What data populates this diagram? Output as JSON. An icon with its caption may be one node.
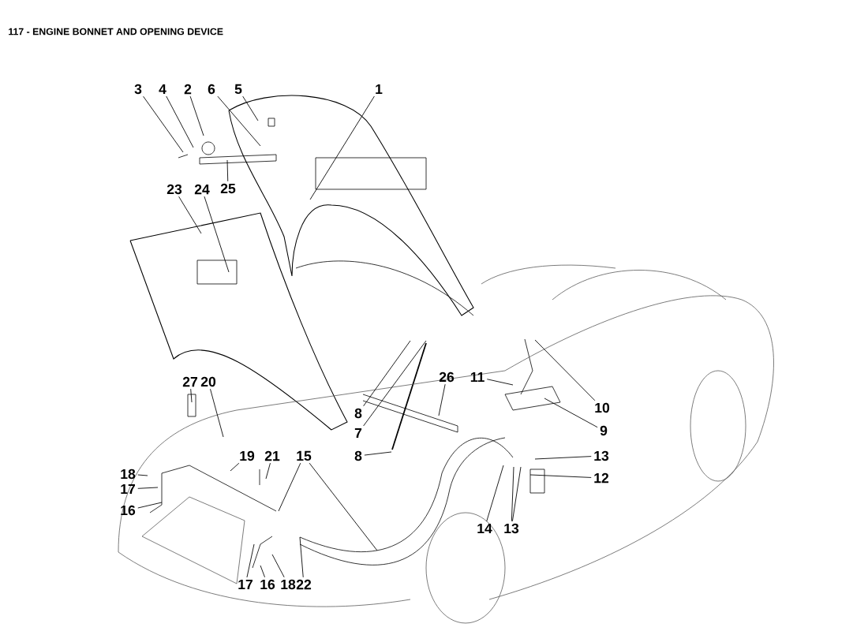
{
  "diagram": {
    "title": "117 - ENGINE BONNET AND OPENING DEVICE",
    "nodes": [
      {
        "text": [
          "3"
        ]
      },
      {
        "text": [
          "4"
        ]
      },
      {
        "text": [
          "2"
        ]
      },
      {
        "text": [
          "6"
        ]
      },
      {
        "text": [
          "5"
        ]
      },
      {
        "text": [
          "1"
        ]
      },
      {
        "text": [
          "25"
        ]
      },
      {
        "text": [
          "23"
        ]
      },
      {
        "text": [
          "24"
        ]
      },
      {
        "text": [
          "27"
        ]
      },
      {
        "text": [
          "20"
        ]
      },
      {
        "text": [
          "26"
        ]
      },
      {
        "text": [
          "11"
        ]
      },
      {
        "text": [
          "8"
        ]
      },
      {
        "text": [
          "7"
        ]
      },
      {
        "text": [
          "10"
        ]
      },
      {
        "text": [
          "9"
        ]
      },
      {
        "text": [
          "19"
        ]
      },
      {
        "text": [
          "21"
        ]
      },
      {
        "text": [
          "15"
        ]
      },
      {
        "text": [
          "8"
        ]
      },
      {
        "text": [
          "13"
        ]
      },
      {
        "text": [
          "18"
        ]
      },
      {
        "text": [
          "17"
        ]
      },
      {
        "text": [
          "12"
        ]
      },
      {
        "text": [
          "16"
        ]
      },
      {
        "text": [
          "14"
        ]
      },
      {
        "text": [
          "13"
        ]
      },
      {
        "text": [
          "17"
        ]
      },
      {
        "text": [
          "16"
        ]
      },
      {
        "text": [
          "18"
        ]
      },
      {
        "text": [
          "22"
        ]
      }
    ],
    "edges": [
      {
        "from": 0,
        "to": null,
        "arrow": "none"
      },
      {
        "from": 1,
        "to": null,
        "arrow": "none"
      },
      {
        "from": 2,
        "to": null,
        "arrow": "none"
      },
      {
        "from": 3,
        "to": null,
        "arrow": "none"
      },
      {
        "from": 4,
        "to": null,
        "arrow": "none"
      },
      {
        "from": 5,
        "to": null,
        "arrow": "none"
      },
      {
        "from": 6,
        "to": null,
        "arrow": "none"
      },
      {
        "from": 7,
        "to": null,
        "arrow": "none"
      },
      {
        "from": 8,
        "to": null,
        "arrow": "none"
      },
      {
        "from": 9,
        "to": null,
        "arrow": "none"
      },
      {
        "from": 10,
        "to": null,
        "arrow": "none"
      },
      {
        "from": 11,
        "to": null,
        "arrow": "none"
      },
      {
        "from": 12,
        "to": null,
        "arrow": "none"
      },
      {
        "from": 13,
        "to": null,
        "arrow": "none"
      },
      {
        "from": 14,
        "to": null,
        "arrow": "none"
      },
      {
        "from": 15,
        "to": null,
        "arrow": "none"
      },
      {
        "from": 16,
        "to": null,
        "arrow": "none"
      },
      {
        "from": 17,
        "to": null,
        "arrow": "none"
      },
      {
        "from": 18,
        "to": null,
        "arrow": "none"
      },
      {
        "from": 19,
        "to": null,
        "arrow": "none"
      },
      {
        "from": 19,
        "to": null,
        "arrow": "none"
      },
      {
        "from": 20,
        "to": null,
        "arrow": "none"
      },
      {
        "from": 21,
        "to": null,
        "arrow": "none"
      },
      {
        "from": 22,
        "to": null,
        "arrow": "none"
      },
      {
        "from": 23,
        "to": null,
        "arrow": "none"
      },
      {
        "from": 24,
        "to": null,
        "arrow": "none"
      },
      {
        "from": 25,
        "to": null,
        "arrow": "none"
      },
      {
        "from": 26,
        "to": null,
        "arrow": "none"
      },
      {
        "from": 27,
        "to": null,
        "arrow": "none"
      },
      {
        "from": 27,
        "to": null,
        "arrow": "none"
      },
      {
        "from": 28,
        "to": null,
        "arrow": "none"
      },
      {
        "from": 29,
        "to": null,
        "arrow": "none"
      },
      {
        "from": 30,
        "to": null,
        "arrow": "none"
      },
      {
        "from": 31,
        "to": null,
        "arrow": "none"
      }
    ]
  }
}
